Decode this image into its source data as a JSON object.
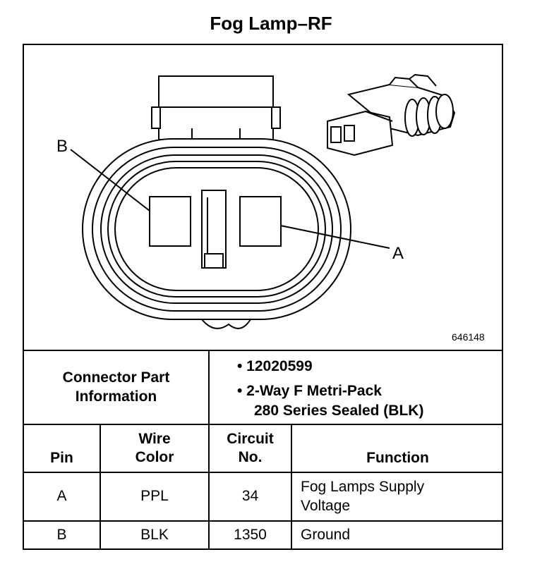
{
  "title": "Fog Lamp–RF",
  "figure_id": "646148",
  "pin_labels": {
    "b": "B",
    "a": "A"
  },
  "part_info": {
    "label_line1": "Connector Part",
    "label_line2": "Information",
    "bullet1": "• 12020599",
    "bullet2_line1": "• 2-Way F Metri-Pack",
    "bullet2_line2": "280 Series Sealed (BLK)"
  },
  "table": {
    "headers": {
      "pin": "Pin",
      "wire_line1": "Wire",
      "wire_line2": "Color",
      "circuit_line1": "Circuit",
      "circuit_line2": "No.",
      "function": "Function"
    },
    "rows": [
      {
        "pin": "A",
        "wire_color": "PPL",
        "circuit": "34",
        "function_line1": "Fog Lamps Supply",
        "function_line2": "Voltage"
      },
      {
        "pin": "B",
        "wire_color": "BLK",
        "circuit": "1350",
        "function_line1": "Ground",
        "function_line2": ""
      }
    ]
  }
}
